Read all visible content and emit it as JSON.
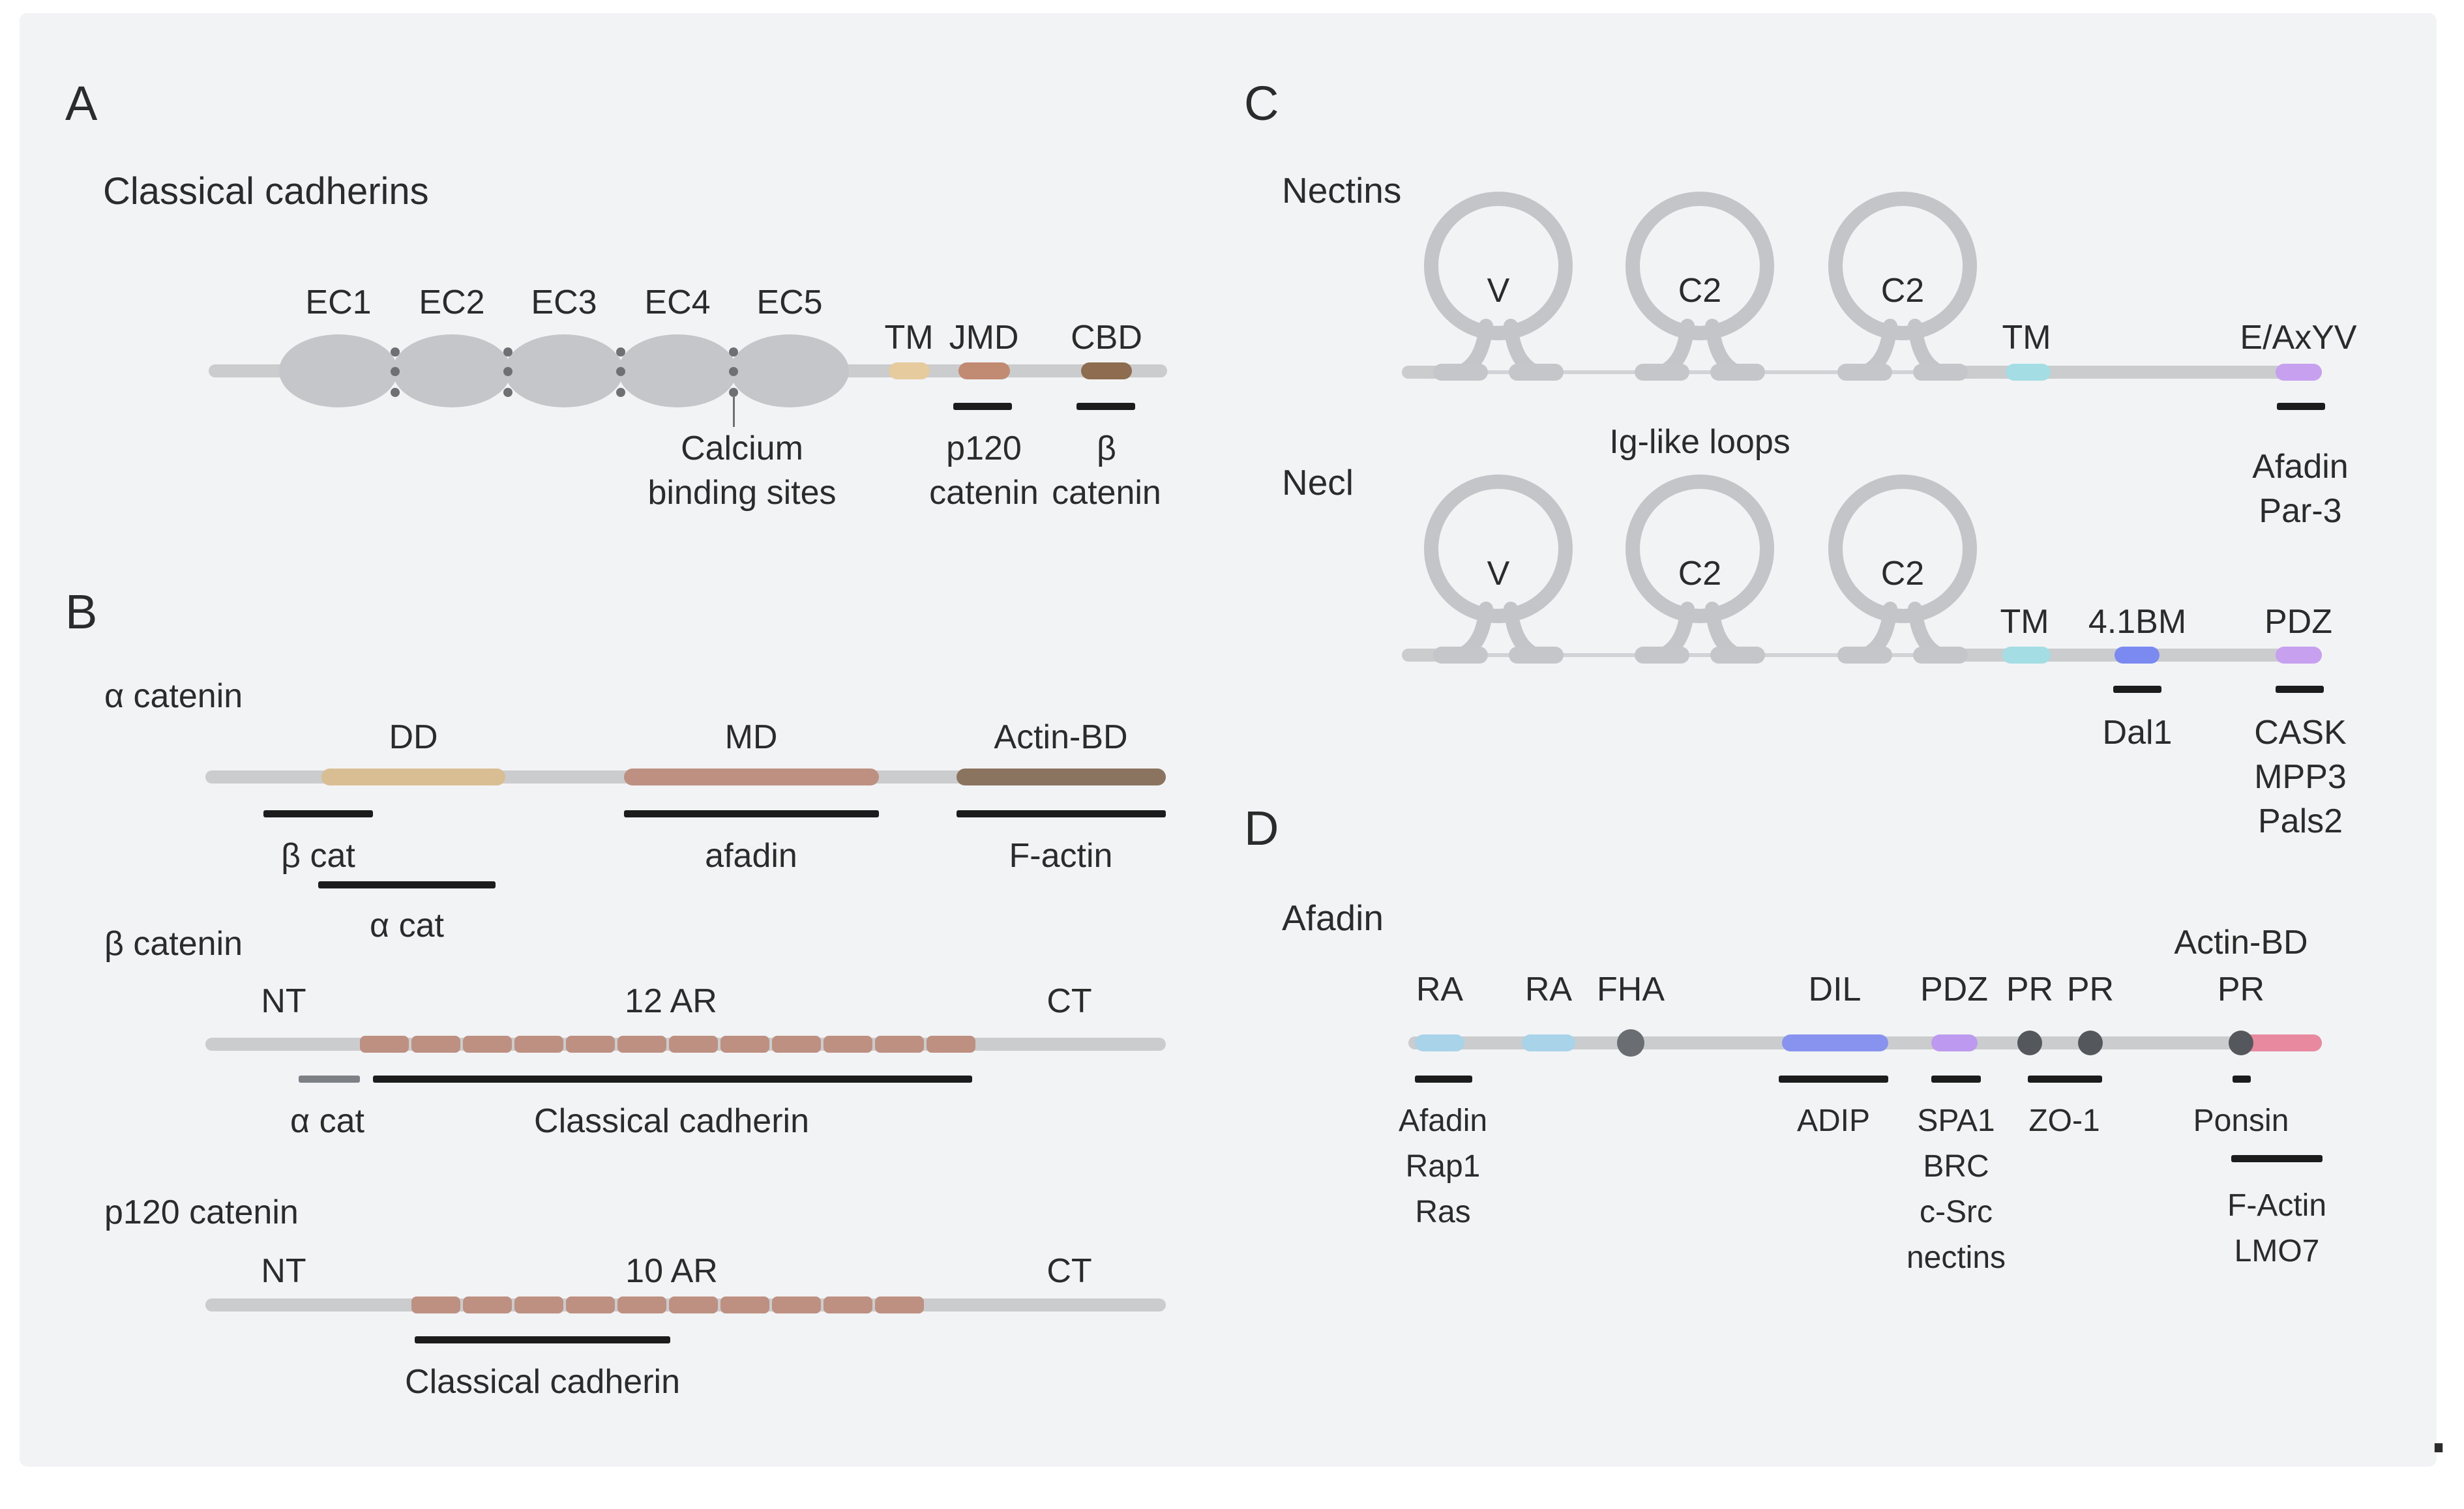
{
  "colors": {
    "canvas_bg": "#f2f3f5",
    "backbone_gray": "#cbccce",
    "domain_tan": "#e5cb9d",
    "domain_rose": "#c08b72",
    "domain_brown": "#8d6c50",
    "domain_dd_tan": "#d9bd93",
    "domain_md_rose": "#bd9082",
    "domain_actinbd_brown": "#8a7460",
    "domain_cyan": "#a5dde4",
    "domain_periwinkle": "#7a8af0",
    "domain_purple": "#c7a0ef",
    "domain_lightblue": "#a9d3e9",
    "domain_dil_blue": "#8893ef",
    "domain_pink": "#e889a0",
    "dot_gray": "#6e7174",
    "underline_black": "#1c1c1c"
  },
  "panelA": {
    "letter": "A",
    "title": "Classical cadherins",
    "ec_labels": [
      "EC1",
      "EC2",
      "EC3",
      "EC4",
      "EC5"
    ],
    "tm": "TM",
    "jmd": "JMD",
    "cbd": "CBD",
    "calcium_line1": "Calcium",
    "calcium_line2": "binding sites",
    "p120_line1": "p120",
    "p120_line2": "catenin",
    "beta_line1": "β",
    "beta_line2": "catenin"
  },
  "panelB": {
    "letter": "B",
    "alpha": {
      "title": "α catenin",
      "dd": "DD",
      "md": "MD",
      "actinbd": "Actin-BD",
      "beta_cat": "β cat",
      "afadin": "afadin",
      "factin": "F-actin",
      "alpha_cat": "α cat"
    },
    "beta": {
      "title": "β catenin",
      "nt": "NT",
      "ar": "12 AR",
      "ct": "CT",
      "alpha_cat": "α cat",
      "cadherin": "Classical cadherin"
    },
    "p120": {
      "title": "p120 catenin",
      "nt": "NT",
      "ar": "10 AR",
      "ct": "CT",
      "cadherin": "Classical cadherin"
    }
  },
  "panelC": {
    "letter": "C",
    "nectins": {
      "title": "Nectins",
      "loop1": "V",
      "loop2": "C2",
      "loop3": "C2",
      "tm": "TM",
      "motif": "E/AxYV",
      "loops_note": "Ig-like loops",
      "binder1": "Afadin",
      "binder2": "Par-3"
    },
    "necl": {
      "title": "Necl",
      "loop1": "V",
      "loop2": "C2",
      "loop3": "C2",
      "tm": "TM",
      "bm": "4.1BM",
      "pdz": "PDZ",
      "bm_binder": "Dal1",
      "pdz_binder1": "CASK",
      "pdz_binder2": "MPP3",
      "pdz_binder3": "Pals2"
    }
  },
  "panelD": {
    "letter": "D",
    "title": "Afadin",
    "actin_bd": "Actin-BD",
    "ra1": "RA",
    "ra2": "RA",
    "fha": "FHA",
    "dil": "DIL",
    "pdz": "PDZ",
    "pr1": "PR",
    "pr2": "PR",
    "pr3": "PR",
    "ra_binder1": "Afadin",
    "ra_binder2": "Rap1",
    "ra_binder3": "Ras",
    "dil_binder": "ADIP",
    "pdz_binder1": "SPA1",
    "pdz_binder2": "BRC",
    "pdz_binder3": "c-Src",
    "pdz_binder4": "nectins",
    "pr_binder": "ZO-1",
    "ponsin": "Ponsin",
    "factin_binder1": "F-Actin",
    "factin_binder2": "LMO7"
  },
  "caption_period": "."
}
